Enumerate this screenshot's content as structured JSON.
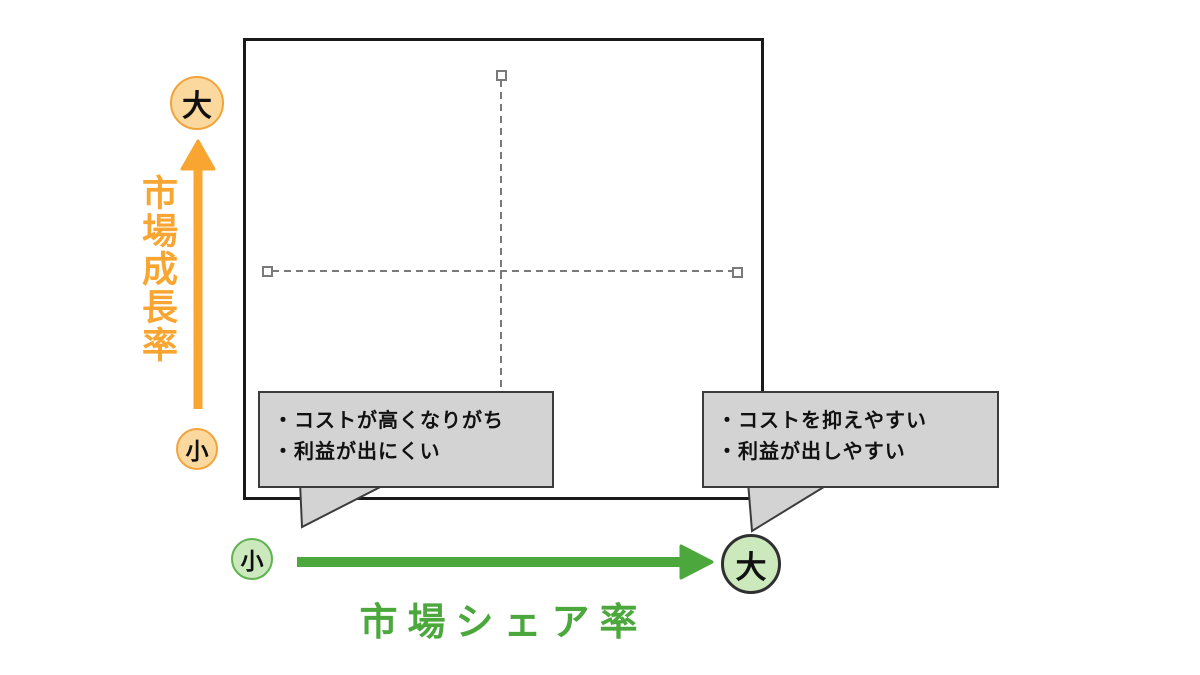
{
  "colors": {
    "orange": "#F8A631",
    "orange_fill": "#FBD99E",
    "orange_edge": "#F1A43C",
    "green": "#4CA83D",
    "green_fill": "#CBE9BD",
    "green_edge": "#5EB34F",
    "dark_edge": "#303030",
    "bubble_fill": "#D3D3D3",
    "bubble_border": "#3C3C3C",
    "dash_gray": "#7A7A7A",
    "box_border": "#1A1A1A"
  },
  "axes": {
    "vertical": {
      "label": "市場成長率",
      "high": "大",
      "low": "小"
    },
    "horizontal": {
      "label": "市場シェア率",
      "low": "小",
      "high": "大"
    }
  },
  "callouts": {
    "low_share": {
      "lines": [
        "・コストが高くなりがち",
        "・利益が出にくい"
      ]
    },
    "high_share": {
      "lines": [
        "・コストを抑えやすい",
        "・利益が出しやすい"
      ]
    }
  }
}
